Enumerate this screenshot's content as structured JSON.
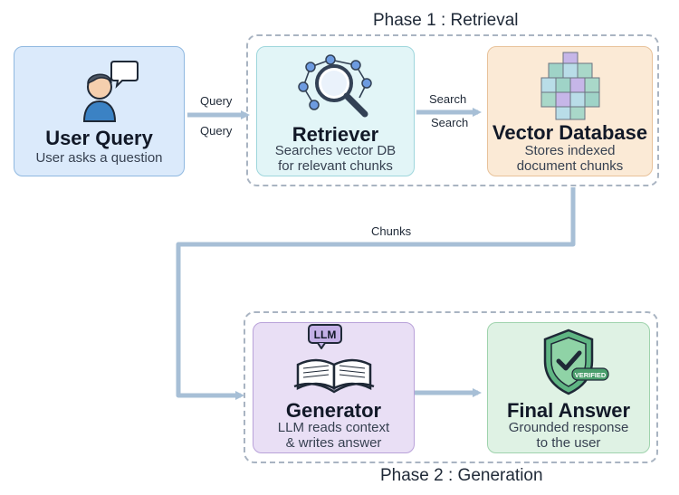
{
  "phases": [
    {
      "title": "Phase 1 : Retrieval"
    },
    {
      "title": "Phase 2 : Generation"
    }
  ],
  "nodes": {
    "user_query": {
      "title": "User Query",
      "desc_line1": "User asks a question",
      "desc_line2": "",
      "icon": "user-with-speech-bubble-icon"
    },
    "retriever": {
      "title": "Retriever",
      "desc_line1": "Searches vector DB",
      "desc_line2": "for relevant chunks",
      "icon": "magnifier-network-icon"
    },
    "vector_db": {
      "title": "Vector Database",
      "desc_line1": "Stores indexed",
      "desc_line2": "document chunks",
      "icon": "cube-stack-icon"
    },
    "generator": {
      "title": "Generator",
      "desc_line1": "LLM reads context",
      "desc_line2": "& writes answer",
      "icon": "open-book-llm-icon",
      "badge": "LLM"
    },
    "final_answer": {
      "title": "Final Answer",
      "desc_line1": "Grounded response",
      "desc_line2": "to the user",
      "icon": "verified-shield-icon",
      "badge": "VERIFIED"
    }
  },
  "edges": {
    "query_top": "Query",
    "query_bottom": "Query",
    "search_top": "Search",
    "search_bottom": "Search",
    "chunks": "Chunks"
  },
  "colors": {
    "user_query_fill": "#dbeafb",
    "user_query_border": "#8fb8e0",
    "retriever_fill": "#e2f5f7",
    "retriever_border": "#9ed6dc",
    "vector_db_fill": "#fbead6",
    "vector_db_border": "#e8c29a",
    "generator_fill": "#e9dff5",
    "generator_border": "#b9a2d9",
    "final_answer_fill": "#dff2e4",
    "final_answer_border": "#9fd3ad",
    "connector": "#a7bfd6",
    "phase_border": "#a9b4c2"
  }
}
